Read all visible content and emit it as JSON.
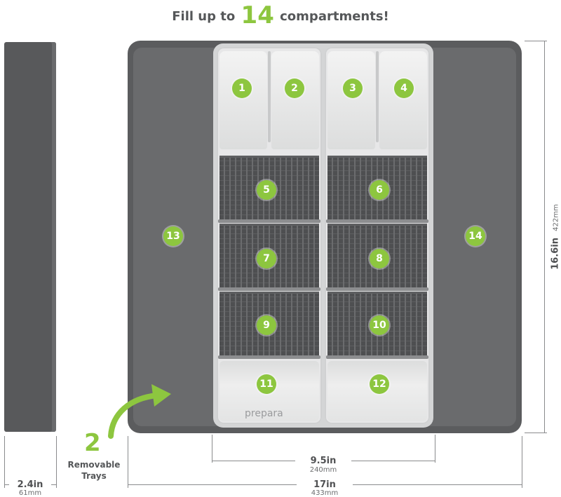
{
  "headline": {
    "prefix": "Fill up to",
    "number": "14",
    "suffix": "compartments!"
  },
  "compartments": [
    "1",
    "2",
    "3",
    "4",
    "5",
    "6",
    "7",
    "8",
    "9",
    "10",
    "11",
    "12",
    "13",
    "14"
  ],
  "brand": "prepara",
  "callout": {
    "number": "2",
    "line1": "Removable",
    "line2": "Trays"
  },
  "dimensions": {
    "height": {
      "main": "16.6in",
      "sub": "422mm"
    },
    "inner_width": {
      "main": "9.5in",
      "sub": "240mm"
    },
    "total_width": {
      "main": "17in",
      "sub": "433mm"
    },
    "depth": {
      "main": "2.4in",
      "sub": "61mm"
    }
  },
  "colors": {
    "accent": "#8dc63f",
    "tray_dark": "#5b5c5e",
    "tray_light": "#e7e7e8"
  }
}
